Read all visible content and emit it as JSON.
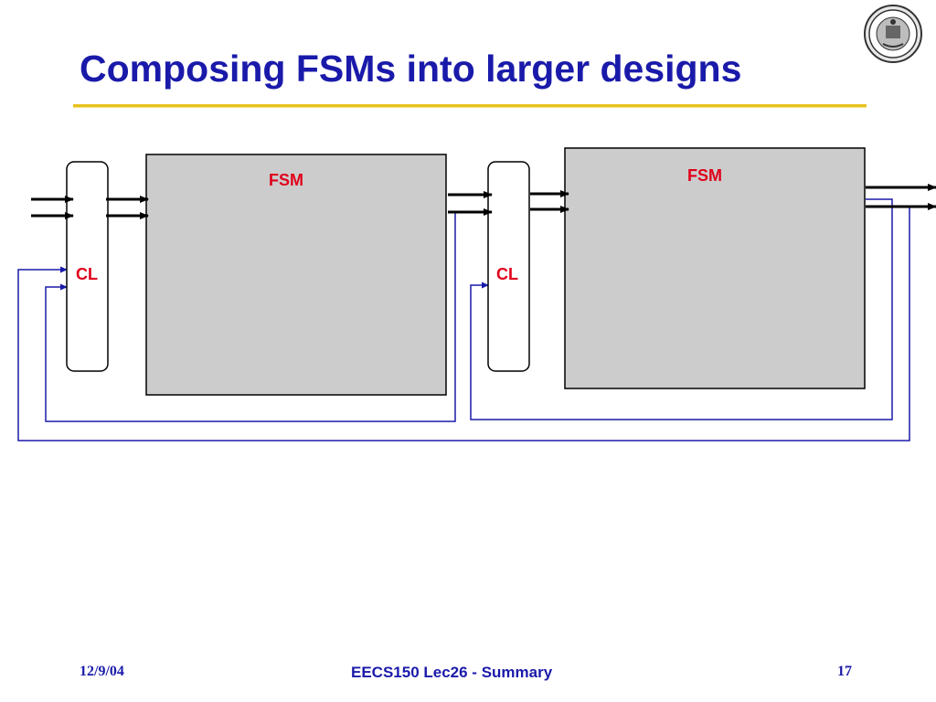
{
  "slide": {
    "title": "Composing FSMs into larger designs"
  },
  "diagram": {
    "blocks": [
      {
        "label": "FSM"
      },
      {
        "label": "FSM"
      }
    ],
    "logic": [
      {
        "label": "CL"
      },
      {
        "label": "CL"
      }
    ],
    "colors": {
      "fsm_fill": "#cccccc",
      "label_red": "#e0001a",
      "feedback_blue": "#1a1aaa",
      "arrow_black": "#000000"
    }
  },
  "footer": {
    "date": "12/9/04",
    "course": "EECS150 Lec26 - Summary",
    "page": "17"
  },
  "colors": {
    "title_blue": "#1a1aaa",
    "rule_gold": "#e8c020"
  }
}
